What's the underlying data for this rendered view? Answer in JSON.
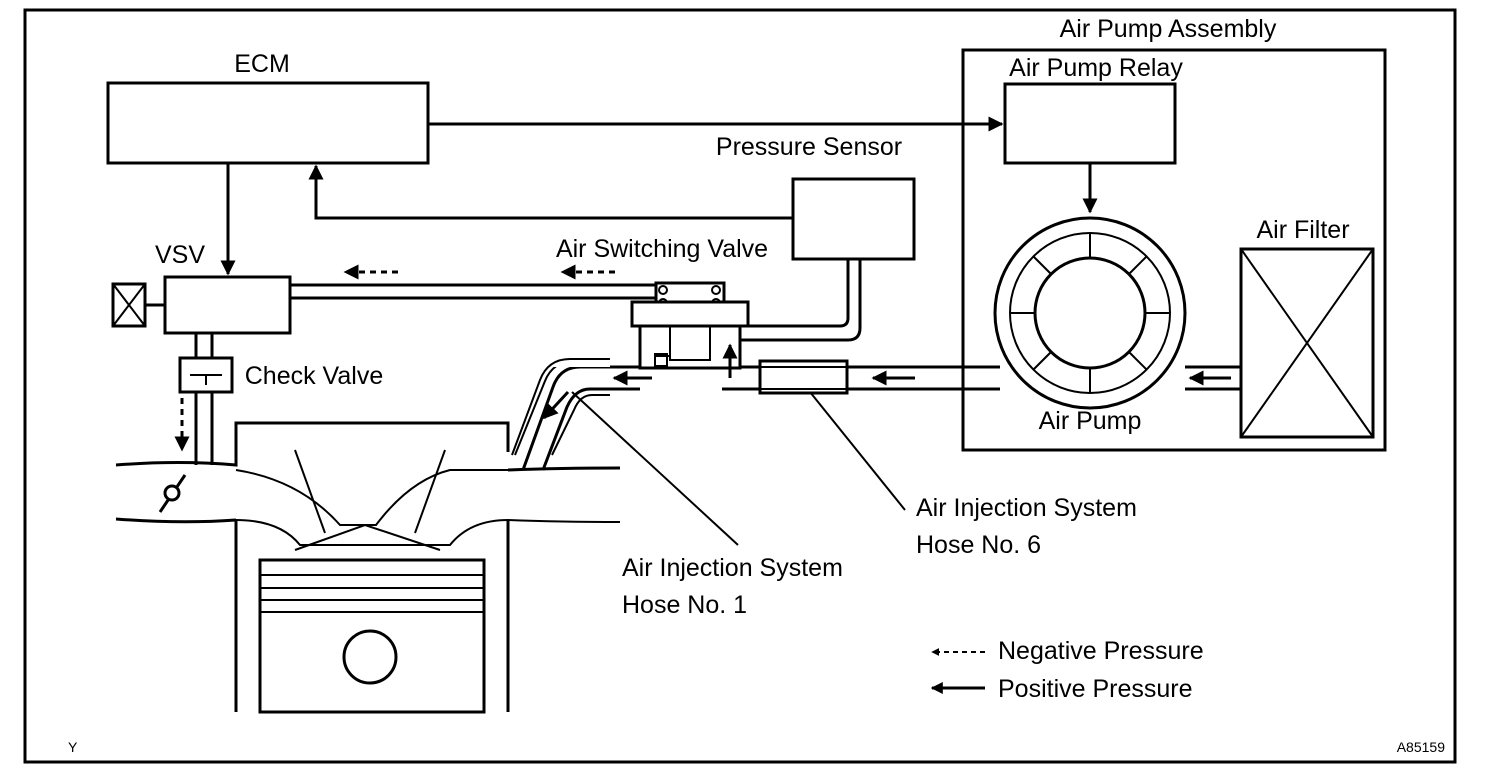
{
  "labels": {
    "ecm": "ECM",
    "air_pump_assembly": "Air Pump Assembly",
    "air_pump_relay": "Air Pump Relay",
    "pressure_sensor": "Pressure Sensor",
    "air_filter": "Air Filter",
    "vsv": "VSV",
    "air_switching_valve": "Air Switching Valve",
    "check_valve": "Check Valve",
    "air_pump": "Air Pump",
    "hose6_line1": "Air Injection System",
    "hose6_line2": "Hose No. 6",
    "hose1_line1": "Air Injection System",
    "hose1_line2": "Hose No. 1",
    "corner_left": "Y",
    "figure_id": "A85159"
  },
  "legend": {
    "negative_pressure": "Negative Pressure",
    "positive_pressure": "Positive Pressure"
  }
}
